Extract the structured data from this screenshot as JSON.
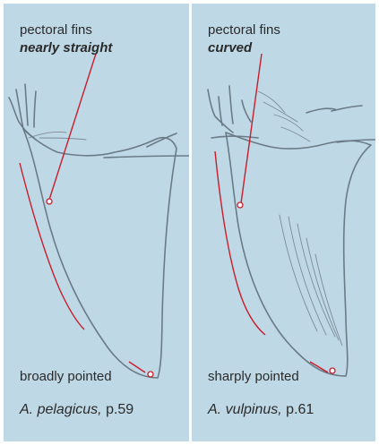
{
  "panels": [
    {
      "heading_line1": "pectoral fins",
      "heading_line2": "nearly straight",
      "tip_label": "broadly pointed",
      "species_name": "A. pelagicus,",
      "species_page": "p.59"
    },
    {
      "heading_line1": "pectoral fins",
      "heading_line2": "curved",
      "tip_label": "sharply pointed",
      "species_name": "A. vulpinus,",
      "species_page": "p.61"
    }
  ],
  "colors": {
    "background": "#bfd8e6",
    "callout": "#c81e2c",
    "drawing": "#6b7b86",
    "text": "#2a2a2a"
  }
}
